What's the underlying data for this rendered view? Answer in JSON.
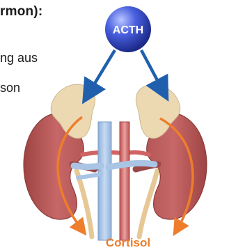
{
  "text": {
    "heading_fragment": "rmon):",
    "line1_fragment": "ng aus",
    "line2_fragment": "son"
  },
  "labels": {
    "acth": "ACTH",
    "cortisol": "Cortisol"
  },
  "colors": {
    "acth_ball": "#3a4fd0",
    "arrow_blue": "#1f5fae",
    "arrow_orange": "#ee7d2c",
    "cortisol_text": "#ee7d2c",
    "kidney": "#bc5d5d",
    "adrenal": "#ecd9b2",
    "vein": "#a9c4e4",
    "artery": "#d76a6a"
  }
}
